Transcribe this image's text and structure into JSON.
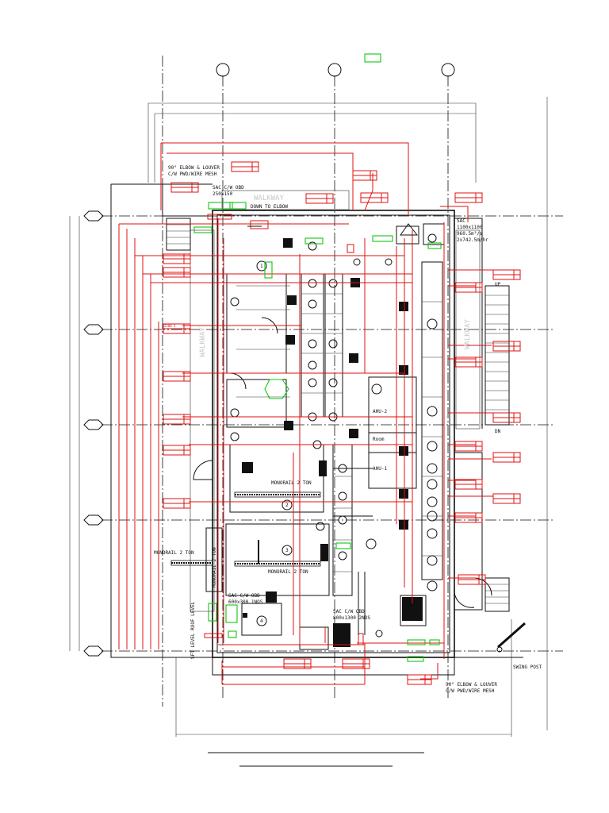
{
  "labels": {
    "elbow_top": "90° ELBOW & LOUVER",
    "pwd_top": "C/W PWD/WIRE MESH",
    "elbow_bottom": "90° ELBOW & LOUVER",
    "pwd_bottom": "C/W PWD/WIRE MESH",
    "sac_cw_obd_top": "SAC C/W OBD",
    "sac_top_size": "250x150",
    "down_elbow": "DOWN TO ELBOW",
    "walkway_top": "WALKWAY",
    "walkway_left": "WALKWAY",
    "walkway_right": "WALKWAY",
    "sac_right": "SAC",
    "sac_right_size": "1100x1100",
    "sac_right_flow": "960.5m³/s",
    "sac_right_dims": "2x742.5m/hr",
    "ahu_top": "AHU-2",
    "ahu_bottom": "AHU-1",
    "room_mid": "Room",
    "monorail_1": "MONORAIL 2 TON",
    "monorail_2": "MONORAIL 2 TON",
    "monorail_left": "MONORAIL 2 TON",
    "monorail_vertical": "MONORAIL 2 TON",
    "sac_cw_obd_bottom": "SAC C/W OBD",
    "sac_bottom_size": "600x300 1NOS",
    "sac_cw_obd_bottom2": "SAC C/W OBD",
    "sac_bottom2_size": "800x1300 2NOS",
    "swing_post": "SWING POST",
    "up": "UP",
    "dn": "DN",
    "roof_level": "SFT LEVEL ROOF LEVEL",
    "balloon_1": "1",
    "balloon_2": "2",
    "balloon_3": "3",
    "balloon_4": "4",
    "tag_1": "2200 2"
  },
  "colors": {
    "duct": "#e01010",
    "equipment": "#12c712",
    "linework": "#111111",
    "annotation": "#c8c8c8"
  }
}
